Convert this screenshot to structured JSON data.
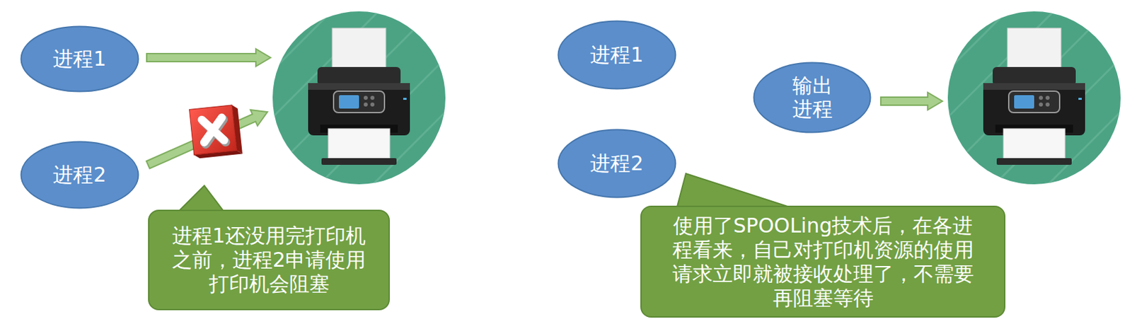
{
  "diagram": {
    "nodes": [
      {
        "text": [
          "进程1"
        ]
      },
      {
        "text": [
          "进程2"
        ]
      },
      {
        "text": [
          "进程1还没用完打印机之前，进程2申请使用打印机会阻塞"
        ]
      },
      {
        "text": [
          "进程1"
        ]
      },
      {
        "text": [
          "进程2"
        ]
      },
      {
        "text": [
          "输出 进程"
        ]
      },
      {
        "text": [
          "使用了SPOOLing技术后，在各进程看来，自己对打印机资源的使用请求立即就被接收处理了，不需要再阻塞等待"
        ]
      }
    ]
  }
}
